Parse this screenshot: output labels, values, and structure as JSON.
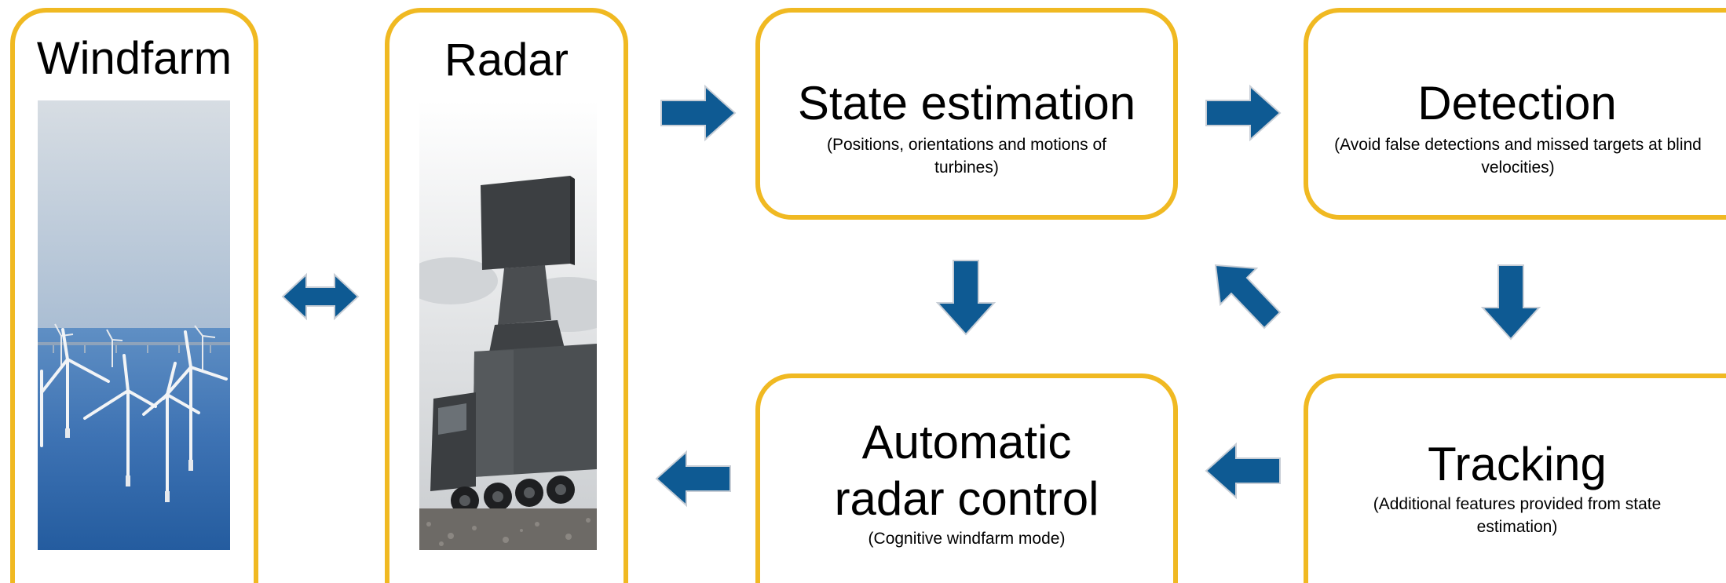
{
  "colors": {
    "box_border": "#f0b922",
    "arrow_fill": "#0e5a93",
    "arrow_outline": "#c8ced6"
  },
  "windfarm": {
    "title": "Windfarm",
    "image_icon": "offshore-wind-turbines-photo"
  },
  "radar": {
    "title": "Radar",
    "image_icon": "truck-mounted-radar-photo"
  },
  "state_estimation": {
    "title": "State estimation",
    "subtitle": "(Positions, orientations and motions of turbines)"
  },
  "detection": {
    "title": "Detection",
    "subtitle": "(Avoid false detections and missed targets at blind velocities)"
  },
  "tracking": {
    "title": "Tracking",
    "subtitle": "(Additional features provided from state estimation)"
  },
  "radar_control": {
    "title_line1": "Automatic",
    "title_line2": "radar control",
    "subtitle": "(Cognitive windfarm mode)"
  },
  "arrows": [
    "bidirectional-arrow-icon",
    "arrow-right-icon",
    "arrow-right-icon",
    "arrow-down-icon",
    "arrow-down-icon",
    "arrow-up-left-icon",
    "arrow-left-icon",
    "arrow-left-icon"
  ]
}
